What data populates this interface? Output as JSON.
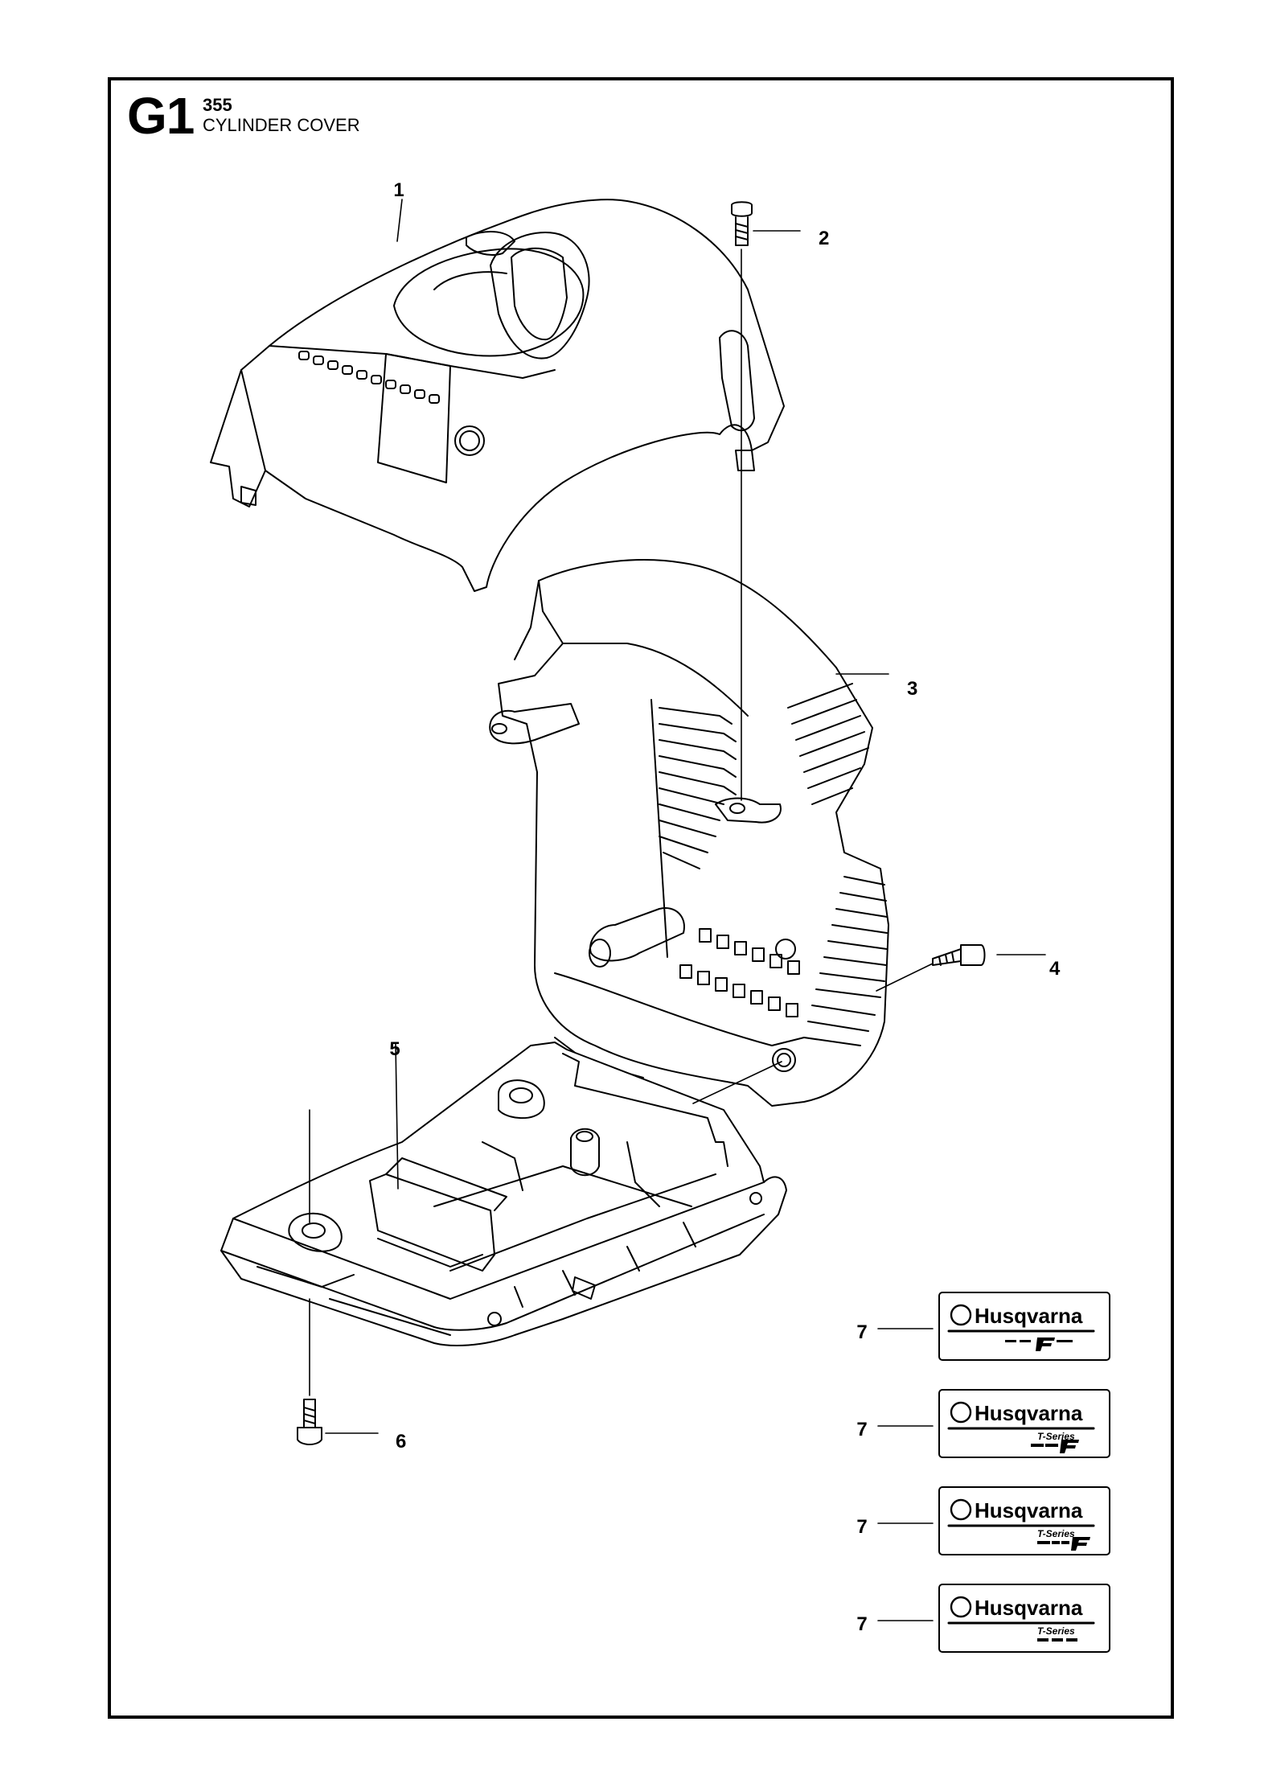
{
  "header": {
    "section_code": "G1",
    "model": "355",
    "title": "CYLINDER COVER"
  },
  "callouts": {
    "c1": "1",
    "c2": "2",
    "c3": "3",
    "c4": "4",
    "c5": "5",
    "c6": "6",
    "c7a": "7",
    "c7b": "7",
    "c7c": "7",
    "c7d": "7"
  },
  "decals": {
    "brand": "Husqvarna",
    "series": "T-Series"
  }
}
